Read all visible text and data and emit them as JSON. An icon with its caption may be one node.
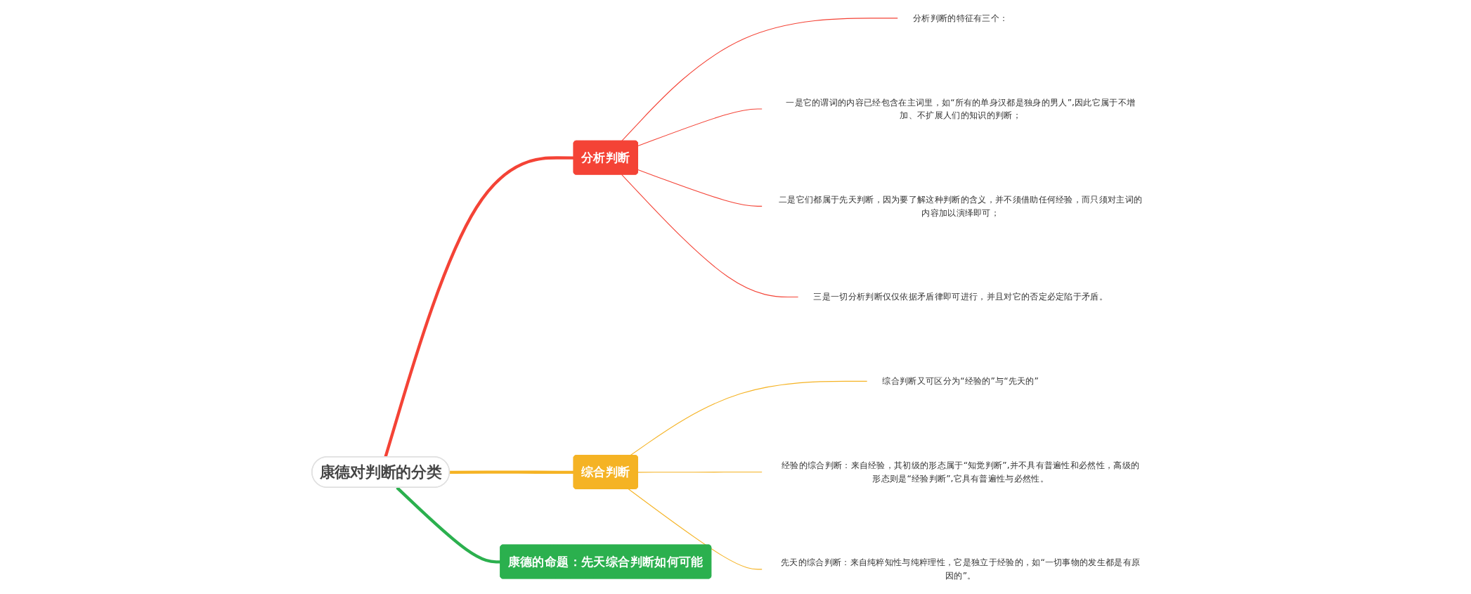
{
  "diagram": {
    "nodes": [
      {
        "text": [
          "康德对判断的分类"
        ]
      },
      {
        "text": [
          "分析判断"
        ]
      },
      {
        "text": [
          "分析判断的特征有三个："
        ]
      },
      {
        "text": [
          "一是它的谓词的内容已经包含在主词里，如“所有的单身汉都是独身的男人”,因此它属于不增加、不扩展人们的知识的判断；"
        ]
      },
      {
        "text": [
          "二是它们都属于先天判断，因为要了解这种判断的含义，并不须借助任何经验，而只须对主词的内容加以演绎即可；"
        ]
      },
      {
        "text": [
          "三是一切分析判断仅仅依据矛盾律即可进行，并且对它的否定必定陷于矛盾。"
        ]
      },
      {
        "text": [
          "综合判断"
        ]
      },
      {
        "text": [
          "综合判断又可区分为“经验的”与“先天的”"
        ]
      },
      {
        "text": [
          "经验的综合判断：来自经验，其初级的形态属于“知觉判断”,并不具有普遍性和必然性，高级的形态则是“经验判断”,它具有普遍性与必然性。"
        ]
      },
      {
        "text": [
          "先天的综合判断：来自纯粹知性与纯粹理性，它是独立于经验的，如“一切事物的发生都是有原因的”。"
        ]
      },
      {
        "text": [
          "康德的命题：先天综合判断如何可能"
        ]
      }
    ],
    "edges": [
      {
        "from": 0,
        "to": 1,
        "arrow": "none",
        "style": "thick",
        "color": "#f44336"
      },
      {
        "from": 1,
        "to": 2,
        "arrow": "none",
        "color": "#f44336"
      },
      {
        "from": 1,
        "to": 3,
        "arrow": "none",
        "color": "#f44336"
      },
      {
        "from": 1,
        "to": 4,
        "arrow": "none",
        "color": "#f44336"
      },
      {
        "from": 1,
        "to": 5,
        "arrow": "none",
        "color": "#f44336"
      },
      {
        "from": 0,
        "to": 6,
        "arrow": "none",
        "style": "thick",
        "color": "#f5b324"
      },
      {
        "from": 6,
        "to": 7,
        "arrow": "none",
        "color": "#f5b324"
      },
      {
        "from": 6,
        "to": 8,
        "arrow": "none",
        "color": "#f5b324"
      },
      {
        "from": 6,
        "to": 9,
        "arrow": "none",
        "color": "#f5b324"
      },
      {
        "from": 0,
        "to": 10,
        "arrow": "none",
        "style": "thick",
        "color": "#2bb04e"
      }
    ]
  }
}
